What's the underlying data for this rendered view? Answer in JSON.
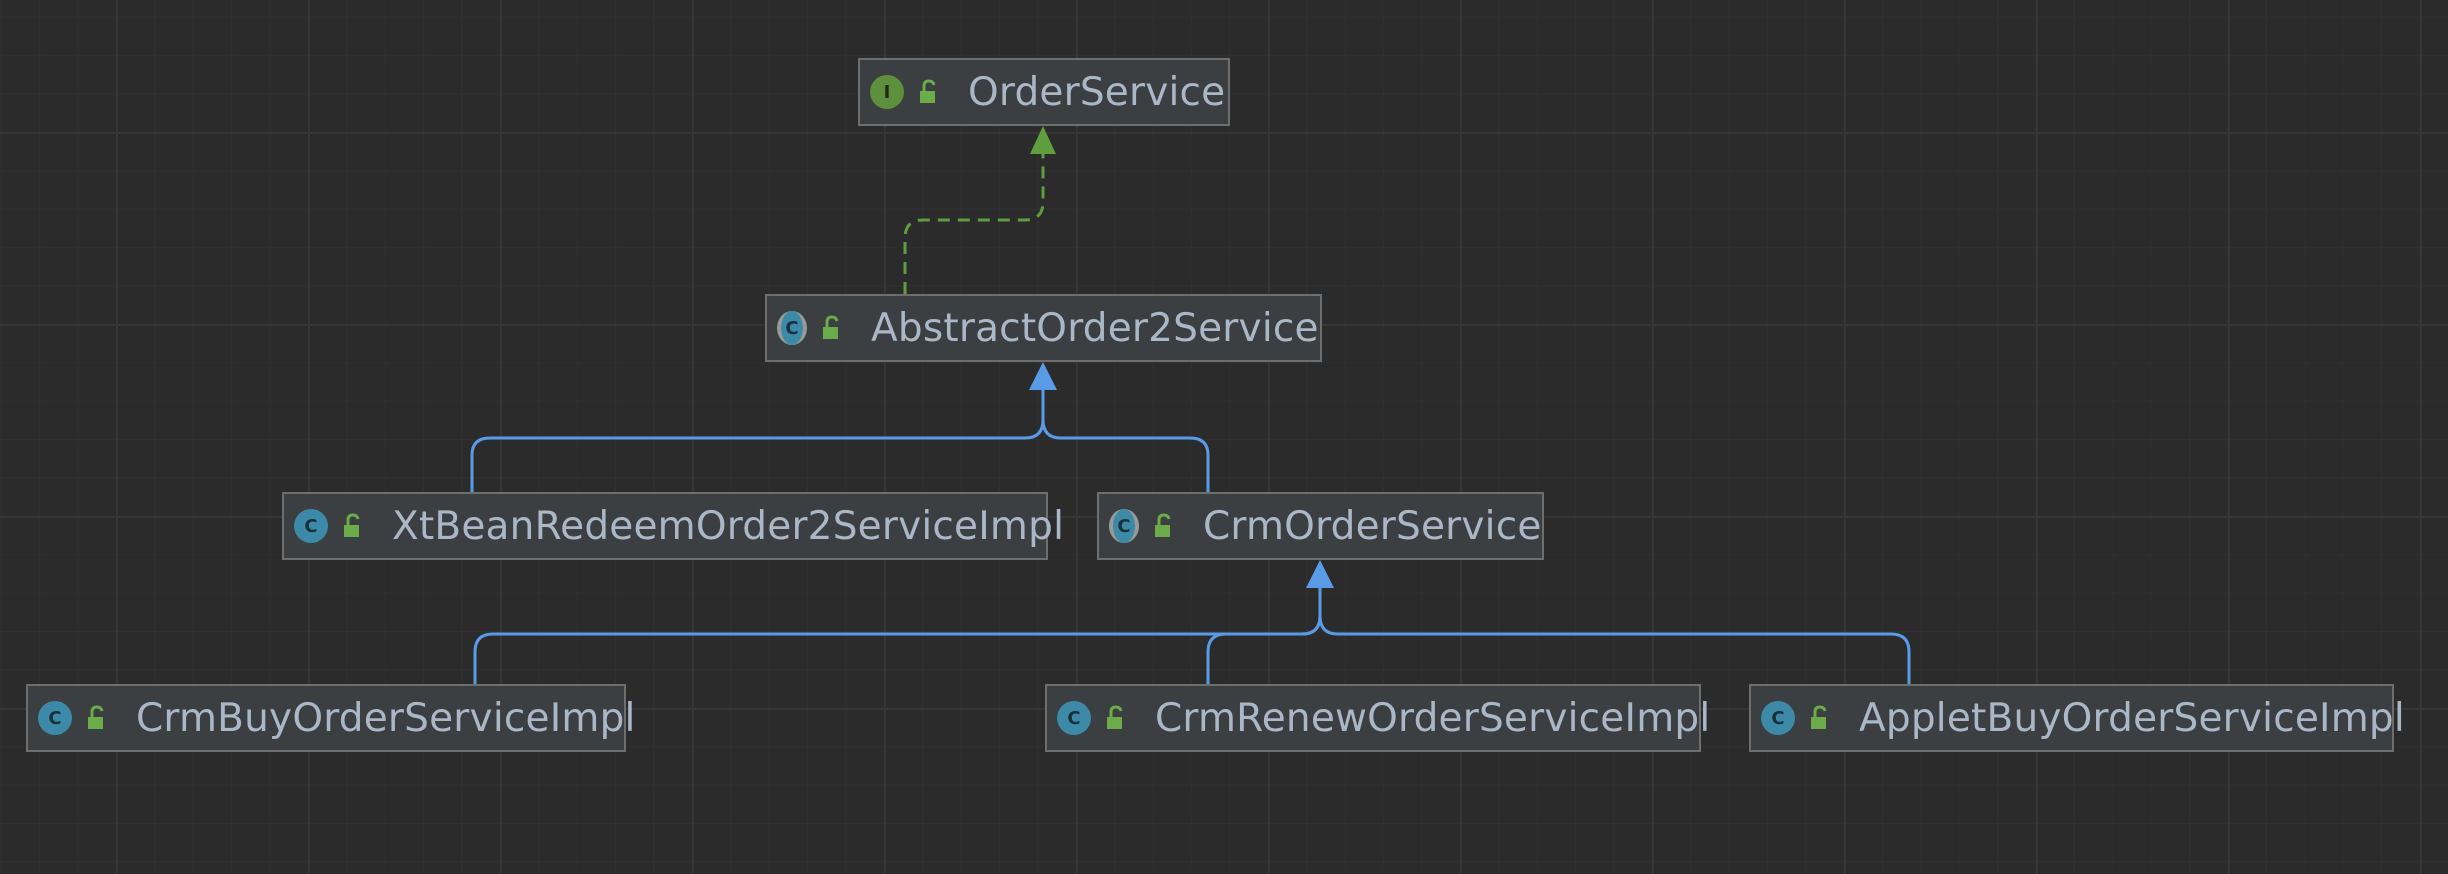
{
  "nodes": [
    {
      "id": "order-service",
      "label": "OrderService",
      "kind": "interface",
      "badge": "I"
    },
    {
      "id": "abstract-order2-service",
      "label": "AbstractOrder2Service",
      "kind": "abstract",
      "badge": "C"
    },
    {
      "id": "xt-bean-redeem-order2-service-impl",
      "label": "XtBeanRedeemOrder2ServiceImpl",
      "kind": "class",
      "badge": "C"
    },
    {
      "id": "crm-order-service",
      "label": "CrmOrderService",
      "kind": "abstract",
      "badge": "C"
    },
    {
      "id": "crm-buy-order-service-impl",
      "label": "CrmBuyOrderServiceImpl",
      "kind": "class",
      "badge": "C"
    },
    {
      "id": "crm-renew-order-service-impl",
      "label": "CrmRenewOrderServiceImpl",
      "kind": "class",
      "badge": "C"
    },
    {
      "id": "applet-buy-order-service-impl",
      "label": "AppletBuyOrderServiceImpl",
      "kind": "class",
      "badge": "C"
    }
  ],
  "edges": [
    {
      "from": "abstract-order2-service",
      "to": "order-service",
      "type": "implements"
    },
    {
      "from": "xt-bean-redeem-order2-service-impl",
      "to": "abstract-order2-service",
      "type": "extends"
    },
    {
      "from": "crm-order-service",
      "to": "abstract-order2-service",
      "type": "extends"
    },
    {
      "from": "crm-buy-order-service-impl",
      "to": "crm-order-service",
      "type": "extends"
    },
    {
      "from": "crm-renew-order-service-impl",
      "to": "crm-order-service",
      "type": "extends"
    },
    {
      "from": "applet-buy-order-service-impl",
      "to": "crm-order-service",
      "type": "extends"
    }
  ],
  "colors": {
    "background": "#2b2b2b",
    "node_fill": "#3c3f41",
    "node_border": "#6e6e6e",
    "label": "#a9b7c6",
    "implements_edge": "#5e9e3f",
    "extends_edge": "#5a9be8",
    "interface_badge": "#5e8f3c",
    "class_badge": "#3d8aa8",
    "lock": "#6aab4a"
  },
  "icons": {
    "interface_badge": "interface-icon",
    "class_badge": "class-icon",
    "abstract_badge": "abstract-class-icon",
    "visibility": "public-lock-icon"
  }
}
